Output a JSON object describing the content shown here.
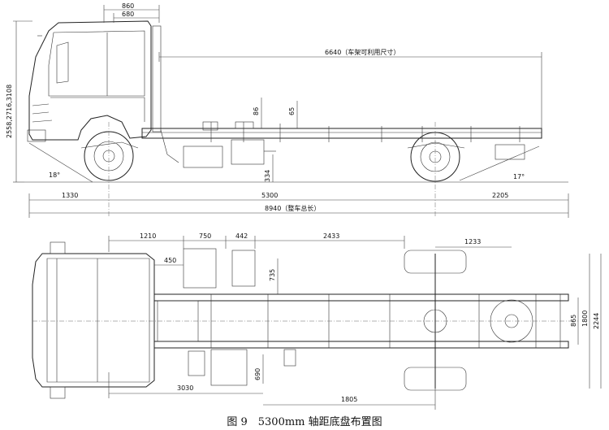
{
  "side_view": {
    "dims_top": {
      "d860": "860",
      "d680": "680"
    },
    "d6640": "6640（车架可利用尺寸）",
    "d86": "86",
    "d65": "65",
    "left_heights": "2558,2716,3108",
    "d334": "334",
    "angle_front": "18°",
    "angle_rear": "17°",
    "d1330": "1330",
    "d5300": "5300",
    "d2205": "2205",
    "d8940": "8940（整车总长）"
  },
  "top_view": {
    "d1210": "1210",
    "d750": "750",
    "d442": "442",
    "d2433": "2433",
    "d1233": "1233",
    "d450": "450",
    "d735": "735",
    "d865": "865",
    "d1800": "1800",
    "d2244": "2244",
    "d3030": "3030",
    "d690": "690",
    "d1805": "1805"
  },
  "caption": "图 9　5300mm 轴距底盘布置图"
}
